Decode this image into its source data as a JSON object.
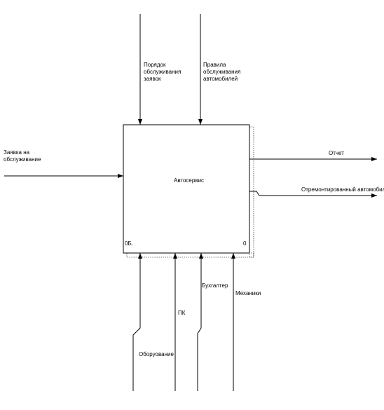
{
  "diagram": {
    "box": {
      "title": "Автосервис",
      "node_code": "0Б.",
      "node_number": "0"
    },
    "inputs": [
      {
        "id": "request",
        "label": "Заявка на\nобслуживание"
      }
    ],
    "controls": [
      {
        "id": "order",
        "label": "Порядок\nобслуживания\nзаявок"
      },
      {
        "id": "rules",
        "label": "Правила\nобслуживания\nавтомобилей"
      }
    ],
    "outputs": [
      {
        "id": "report",
        "label": "Отчет"
      },
      {
        "id": "repaired",
        "label": "Отремонтированный автомобиль"
      }
    ],
    "mechanisms": [
      {
        "id": "equipment",
        "label": "Оборуование"
      },
      {
        "id": "pc",
        "label": "ПК"
      },
      {
        "id": "accountant",
        "label": "Бухгалтер"
      },
      {
        "id": "mechanics",
        "label": "Механики"
      }
    ]
  }
}
